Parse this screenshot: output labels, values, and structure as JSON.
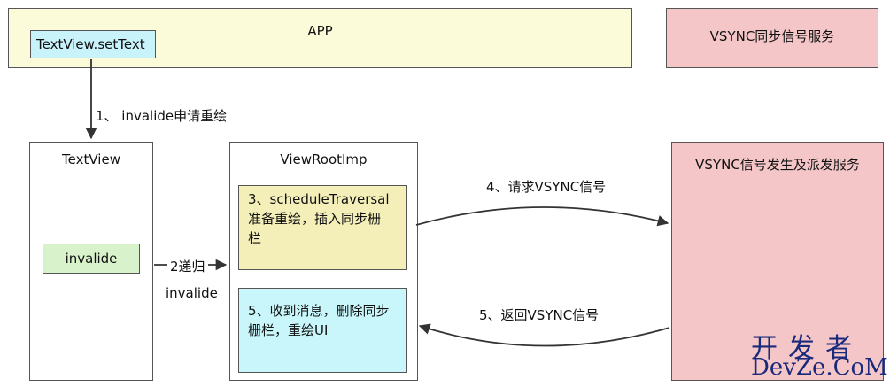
{
  "app": {
    "title": "APP",
    "settext": "TextView.setText"
  },
  "vsync_sync": {
    "title": "VSYNC同步信号服务"
  },
  "textview": {
    "title": "TextView",
    "invalide": "invalide"
  },
  "viewroot": {
    "title": "ViewRootImp",
    "step3_line1": "3、scheduleTraversal",
    "step3_line2": "准备重绘，插入同步栅",
    "step3_line3": "栏",
    "step5_line1": "5、收到消息，删除同步",
    "step5_line2": "栅栏，重绘UI"
  },
  "vsync_dispatch": {
    "title": "VSYNC信号发生及派发服务"
  },
  "arrows": {
    "step1": "1、 invalide申请重绘",
    "step2_line1": "2递归",
    "step2_line2": "invalide",
    "step4": "4、请求VSYNC信号",
    "step5": "5、返回VSYNC信号"
  },
  "watermark": {
    "cn": "开发者",
    "en": "DevZe.CoM"
  },
  "colors": {
    "app_bg": "#fcfbd9",
    "vsync_bg": "#f5c6c8",
    "settext_bg": "#c8f3fb",
    "invalide_bg": "#d8f2cc",
    "step3_bg": "#f4eeb8",
    "step5_bg": "#c8f6fb"
  }
}
